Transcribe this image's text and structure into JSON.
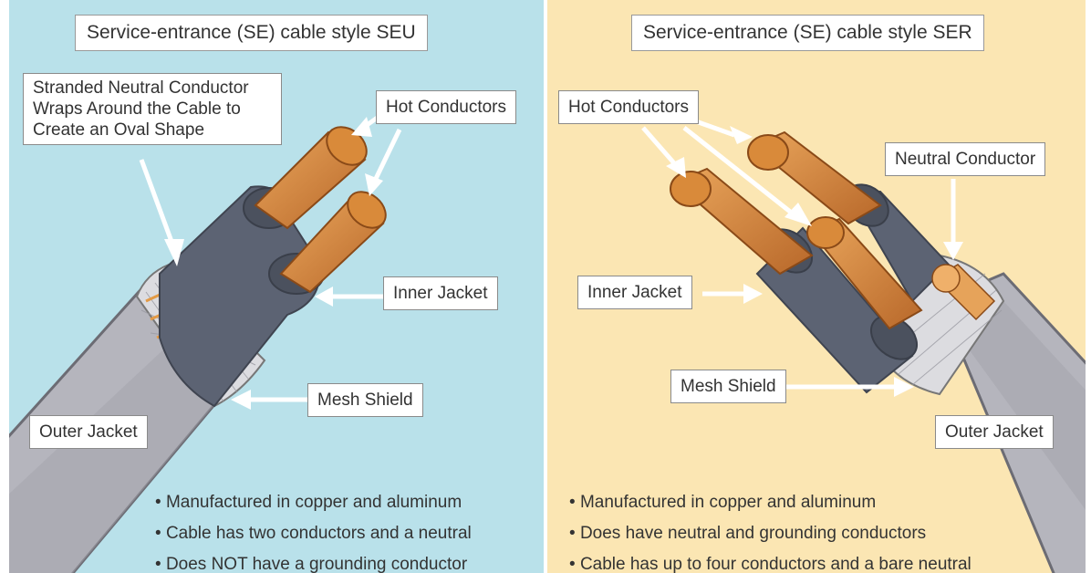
{
  "left": {
    "title": "Service-entrance (SE) cable style SEU",
    "labels": {
      "stranded_neutral": [
        "Stranded Neutral Conductor",
        "Wraps Around the Cable to",
        "Create an Oval Shape"
      ],
      "hot_conductors": "Hot Conductors",
      "inner_jacket": "Inner Jacket",
      "mesh_shield": "Mesh Shield",
      "outer_jacket": "Outer Jacket"
    },
    "bullets": [
      "Manufactured in copper and aluminum",
      "Cable has two conductors and a neutral",
      "Does NOT have a grounding conductor"
    ]
  },
  "right": {
    "title": "Service-entrance (SE) cable style SER",
    "labels": {
      "hot_conductors": "Hot Conductors",
      "neutral_conductor": "Neutral Conductor",
      "inner_jacket": "Inner Jacket",
      "mesh_shield": "Mesh Shield",
      "outer_jacket": "Outer Jacket"
    },
    "bullets": [
      "Manufactured in copper and aluminum",
      "Does have neutral and grounding conductors",
      "Cable has up to four conductors and a bare neutral"
    ]
  },
  "colors": {
    "left_background": "#b9e1ea",
    "right_background": "#fbe6b3",
    "outer_jacket": "#b5b5bd",
    "inner_jacket": "#5c6373",
    "copper": "#d98a3a",
    "arrow": "#ffffff"
  }
}
